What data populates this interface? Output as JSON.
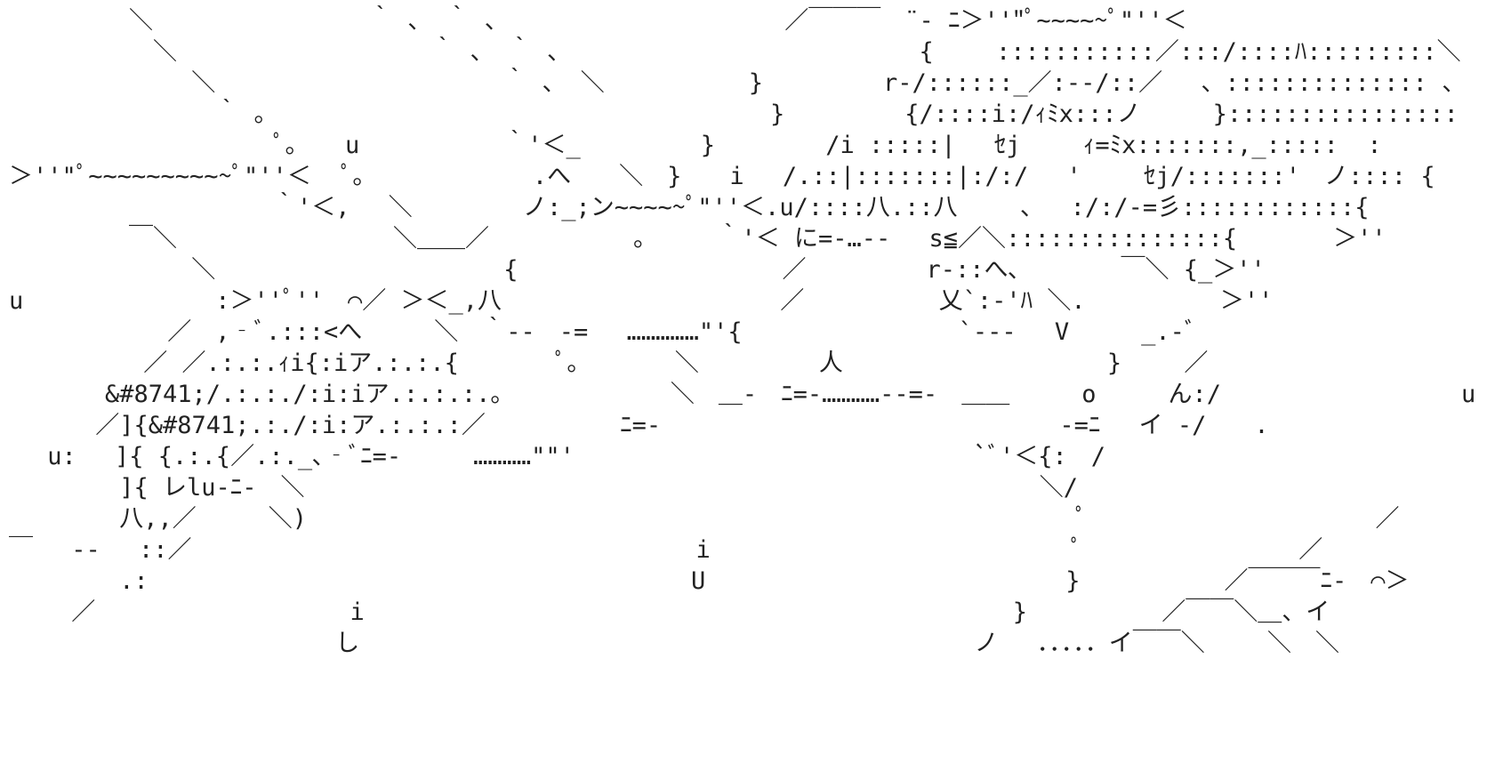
{
  "art": {
    "lines": [
      "　　　　　＼　　　　　　　　　｀ 、 ｀ 、　　　　　　　　　　　　／￣￣￣　¨‐ ﾆ＞''\"ﾟ~~~~~ﾟ\"''＜",
      "　　　　　　＼　　　　　　　　　　 ｀ 、 ｀ 、　　　　　　　　　　　　　　　{　　 :::::::::::／:::/::::ﾊ:::::::::＼",
      "　　　　　　　 ＼　　　　　　　　　　　　｀ 、 ＼　　　　　　}　　　　　r‐/::::::_／:‐‐/::／　 、:::::::::::::: 、",
      "　　　　　　　　 ｀ 。　　　　　　　　　　　　　　　　　　　　　}　　　　　{/::::i:/ｨﾐx:::ノ　　　}::::::::::::::::",
      "　　　　　　　　　　　ﾟ。　　u　　　　　　｀'＜_　　　　　}　　　　 /i :::::|　 ｾj　　 ｨ=ﾐx:::::::,_:::::  :",
      "＞''\"ﾟ~~~~~~~~~~ﾟ\"''＜　 ﾟ。　　　　　　　.へ　　＼　}　　i 　/.::|:::::::|:/:/　 '　　 ｾj/:::::::'　ノ:::: {",
      "　　　　　　　　　　　｀'＜,　 ＼　　　　 ノ:_;ン~~~~~ﾟ\"''＜.u/::::八.::八　　 、　 :/:/‐=彡::::::::::::{",
      "　　　　　￣＼　　　　　　　　　＼＿＿／　　　　　　。　　　｀'＜ に=‐…‐‐　 s≦／＼:::::::::::::::{　　　　＞''",
      "　　　　　　　 ＼　　　　　　　　　　　　{　　　　　　　　　　　／　　　　　r‐::へ､ 　　　 ￣＼ {_＞''",
      "u　　　　　　　　:＞''ﾟ''　⌒／ ＞＜_,八　　　　　　　　　　　 ／　　　　　 乂`:‐'ﾊ ＼.　　　　　 ＞''",
      "　　　　　　 ／　,‐ﾞ.:::<へ　　　＼　｀‐‐　‐=　 ……………\"'{　　　　　　　　　`‐‐‐　 V　　　_.-ﾞ",
      "　　　　　 ／ ／.:.:.ｨi{:iア.:.:.{　　　　ﾟ。　　　　＼　　　　　人　　　　　　　　　　　}　　 ／",
      "　　　　&#8741;/.:.:./:i:iア.:.:.:.。　　　　　　　＼　＿-　ﾆ=‐…………‐‐=‐　＿＿　　　o　　　ん:/　　　　　　　　　　u",
      "　　　 ／]{&#8741;.:./:i:ア.:.:.:／　　　　　 ﾆ=‐　　　　　　　　　　　　　　　　 ‐=ﾆ　 イ ‐/　　.",
      "　 u:　 ]{ {.:.{／.:._､‐ﾞﾆ=‐　　　…………\"\"'　　　　　　　　　　　　　　　　 `ﾞ'＜{:　/",
      "　　　　 ]{ レlu‐ﾆ‐　＼　　　　　　　　　　　　　　　　　　　　　　　　　　　　　　 ＼/",
      "　　　　 八,,／　　　＼)　　　　　　　　　　　　　　　　　　　　　　　　　　　　　　　　ﾟ　　　　　　　　　　　　／",
      "￣　 ‐‐　 ::／　　　　　　　　　　　　　　　　　　　　　i　　　　　　　　　　　　　　　ﾟ　　　　　　　　　／",
      "　　　　 .:　　　　　　　　　　　　　　　　　　　　　　 U　　　　　　　　　　　　　　　}　　　　　　／￣￣￣ﾆ‐　⌒＞",
      "　　 ／　　　　　　　　　　 i　　　　　　　　　　　　　　　　　　　　　　　　　　　}　　　　　 ／￣￣＼＿、イ",
      "　　　　　　　　　　　　　 し　　　　　　　　　　　　　　　　　　　　　　　　　 ノ　 ．．．．．イ￣￣＼　　 ＼　＼"
    ]
  }
}
